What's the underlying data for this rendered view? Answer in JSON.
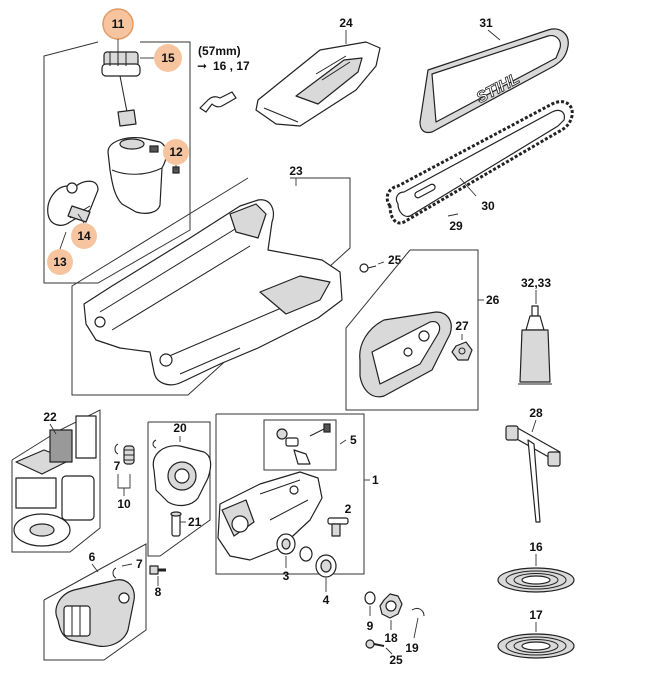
{
  "diagram": {
    "accent_color": "#f6c5a0",
    "note": {
      "dimension": "(57mm)",
      "arrow_glyph": "➞",
      "refs": "16 , 17"
    },
    "brand_text": "STIHL",
    "callouts": {
      "c1": "1",
      "c3": "3",
      "c4": "4",
      "c5": "5",
      "c6": "6",
      "c7a": "7",
      "c7b": "7",
      "c8": "8",
      "c9": "9",
      "c10": "10",
      "c11": "11",
      "c12": "12",
      "c13": "13",
      "c14": "14",
      "c15": "15",
      "c16": "16",
      "c17": "17",
      "c18": "18",
      "c19": "19",
      "c20": "20",
      "c21": "21",
      "c22": "22",
      "c23": "23",
      "c24": "24",
      "c25a": "25",
      "c25b": "25",
      "c26": "26",
      "c27": "27",
      "c28": "28",
      "c29": "29",
      "c30": "30",
      "c31": "31",
      "c32_33": "32,33"
    },
    "highlighted": [
      "11",
      "12",
      "13",
      "14",
      "15"
    ]
  }
}
